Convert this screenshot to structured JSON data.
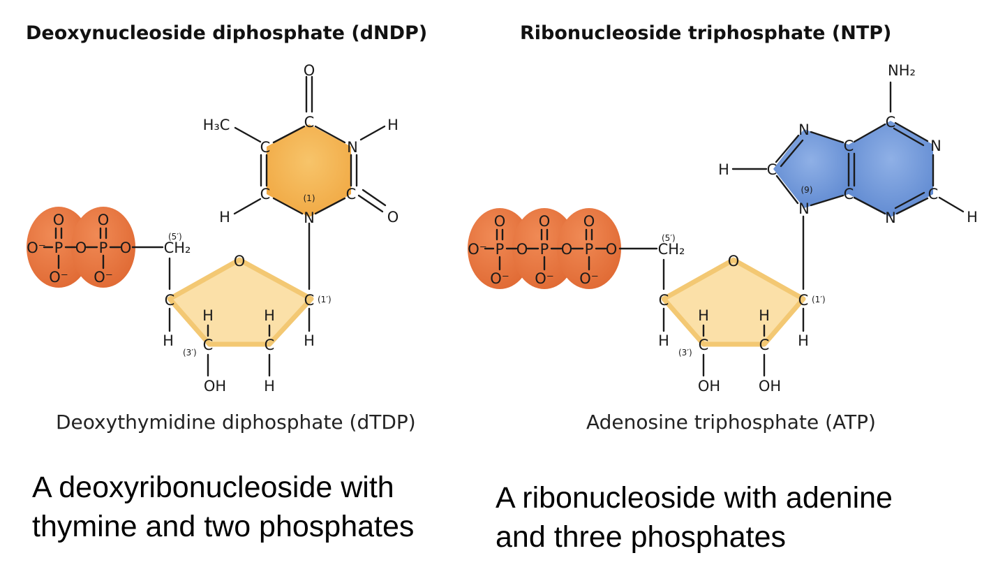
{
  "left": {
    "heading": "Deoxynucleoside diphosphate (dNDP)",
    "molecule_name": "Deoxythymidine diphosphate (dTDP)",
    "caption_lines": [
      "A deoxyribonucleoside with",
      "thymine and two phosphates"
    ],
    "base_color": "#f0a640",
    "phosphate_color": "#e06a34",
    "phosphate_count": 2
  },
  "right": {
    "heading": "Ribonucleoside triphosphate (NTP)",
    "molecule_name": "Adenosine triphosphate (ATP)",
    "caption_lines": [
      "A ribonucleoside with adenine",
      "and three phosphates"
    ],
    "base_color": "#5b86cf",
    "phosphate_color": "#e06a34",
    "phosphate_count": 3
  },
  "sugar_color": "#fbe0a8",
  "labels": {
    "O": "O",
    "C": "C",
    "N": "N",
    "H": "H",
    "P": "P",
    "OH": "OH",
    "CH2": "CH₂",
    "H3C": "H₃C",
    "NH2": "NH₂",
    "O_minus": "O⁻",
    "pos_5": "(5′)",
    "pos_3": "(3′)",
    "pos_1": "(1′)",
    "pos_n1": "(1)",
    "pos_n9": "(9)"
  }
}
